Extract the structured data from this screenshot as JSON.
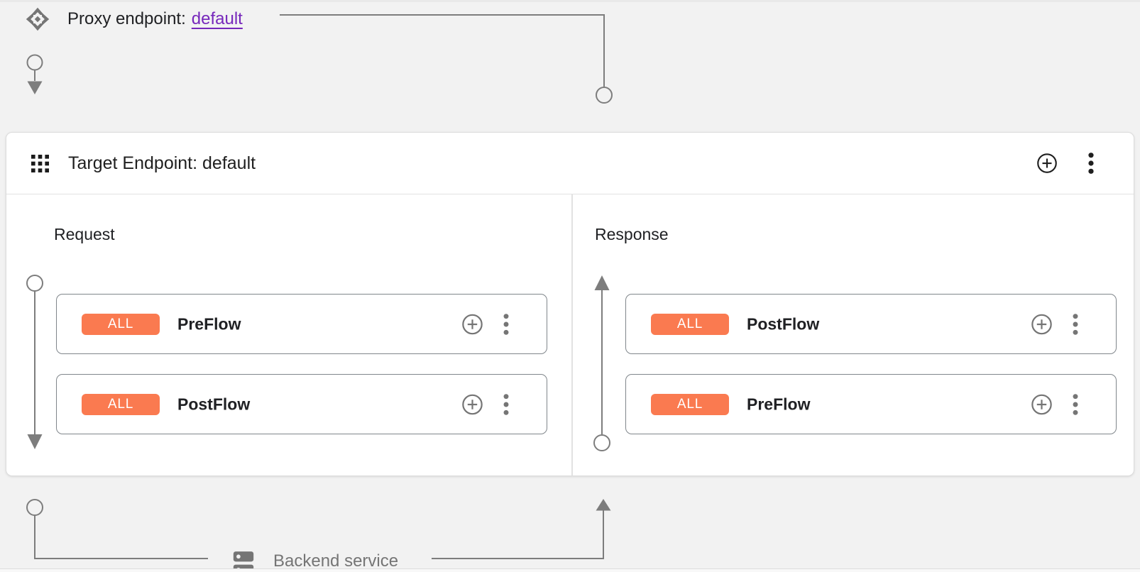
{
  "colors": {
    "background": "#f2f2f2",
    "card_background": "#ffffff",
    "badge_orange": "#fa7a50",
    "link_purple": "#7627bb",
    "connector_gray": "#7d7d7d",
    "row_border_gray": "#80868b",
    "text_primary": "#202124",
    "text_secondary": "#757575"
  },
  "proxy_endpoint": {
    "label": "Proxy endpoint:",
    "link_text": "default"
  },
  "target_endpoint": {
    "title": "Target Endpoint: default"
  },
  "request_panel": {
    "title": "Request",
    "flows": [
      {
        "badge_label": "ALL",
        "name": "PreFlow"
      },
      {
        "badge_label": "ALL",
        "name": "PostFlow"
      }
    ]
  },
  "response_panel": {
    "title": "Response",
    "flows": [
      {
        "badge_label": "ALL",
        "name": "PostFlow"
      },
      {
        "badge_label": "ALL",
        "name": "PreFlow"
      }
    ]
  },
  "backend_service": {
    "label": "Backend service"
  },
  "icons": {
    "proxy_drag": "move-diamond-icon",
    "target_header_left": "apps-grid-icon",
    "add_buttons": "add-circle-icon",
    "menu_buttons": "kebab-menu-icon",
    "backend": "dns-server-icon"
  }
}
